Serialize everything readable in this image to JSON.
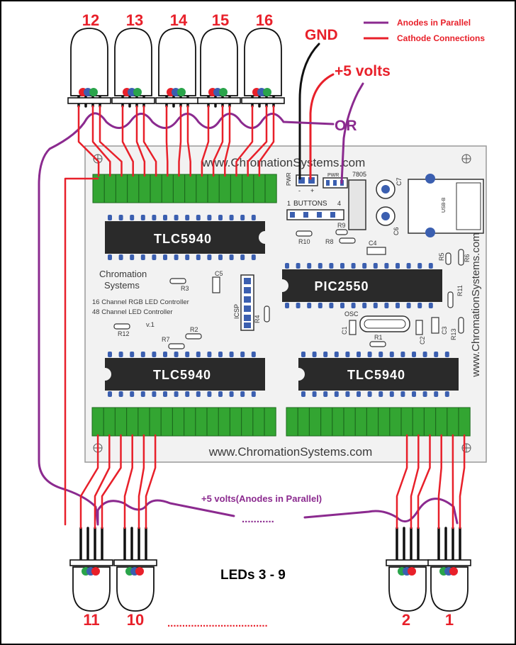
{
  "legend": {
    "anodes": "Anodes in Parallel",
    "cathodes": "Cathode Connections",
    "anode_color": "#8b2a8f",
    "cathode_color": "#e8202a"
  },
  "power": {
    "gnd": "GND",
    "plus5": "+5 volts",
    "or": "OR",
    "bottom_anode_label": "+5 volts(Anodes in Parallel)"
  },
  "board": {
    "website_top": "www.ChromationSystems.com",
    "website_bottom": "www.ChromationSystems.com",
    "website_side": "www.ChromationSystems.com",
    "brand_line1": "Chromation",
    "brand_line2": "Systems",
    "desc1": "16 Channel RGB LED Controller",
    "desc2": "48 Channel LED Controller",
    "version": "v.1",
    "chip_top": "TLC5940",
    "chip_mid": "PIC2550",
    "chip_bl": "TLC5940",
    "chip_br": "TLC5940",
    "labels": {
      "pwr": "PWR",
      "pwr_minus": "-",
      "pwr_plus": "+",
      "pwr2": "PWR",
      "reg": "7805",
      "buttons": "BUTTONS",
      "btn1": "1",
      "btn4": "4",
      "c7": "C7",
      "c6": "C6",
      "usb": "USB-B",
      "r10": "R10",
      "r9": "R9",
      "r8": "R8",
      "c4": "C4",
      "r5": "R5",
      "r6": "R6",
      "c5": "C5",
      "r3": "R3",
      "icsp": "ICSP",
      "r4": "R4",
      "r11": "R11",
      "osc": "OSC",
      "c1": "C1",
      "c2": "C2",
      "c3": "C3",
      "r1": "R1",
      "r13": "R13",
      "r12": "R12",
      "r7": "R7",
      "r2": "R2"
    }
  },
  "leds_top": [
    "12",
    "13",
    "14",
    "15",
    "16"
  ],
  "leds_bottom_left": [
    "11",
    "10"
  ],
  "leds_bottom_right": [
    "2",
    "1"
  ],
  "leds_middle_label": "LEDs 3 - 9",
  "dots_bottom": "..................................",
  "dots_wire": "..........."
}
